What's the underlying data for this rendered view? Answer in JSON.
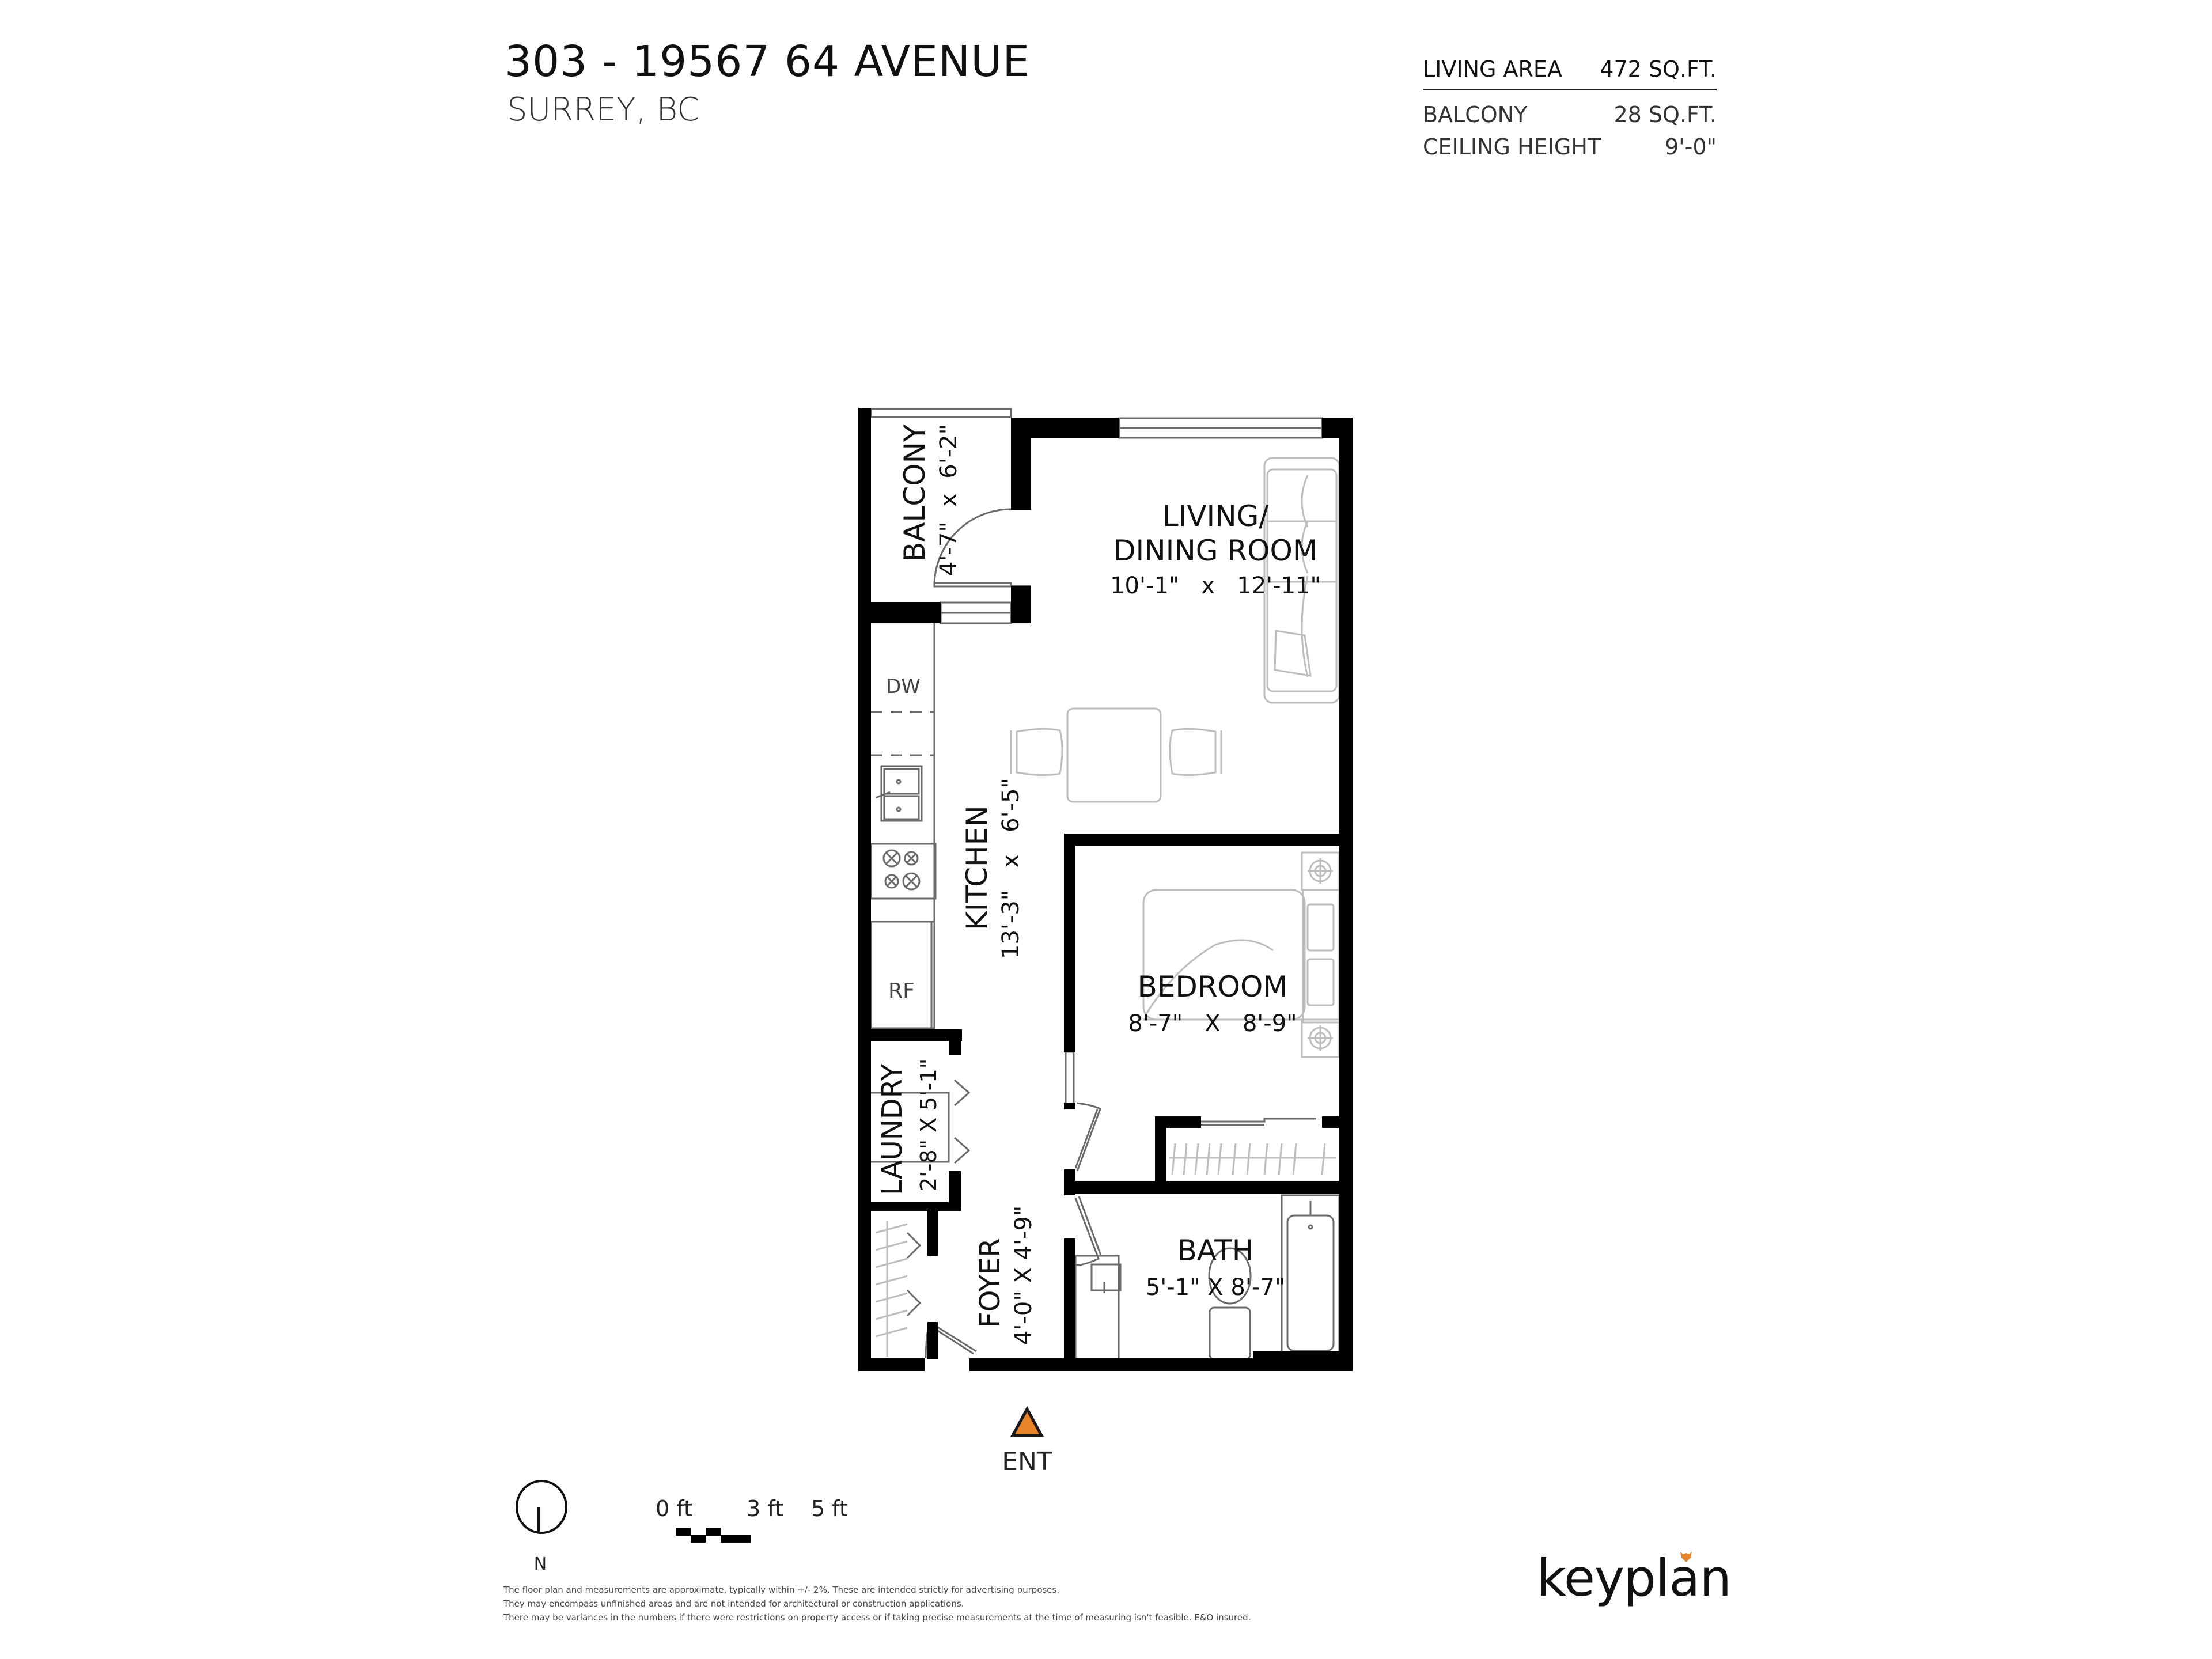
{
  "header": {
    "address": "303 - 19567 64 AVENUE",
    "city": "SURREY, BC"
  },
  "stats": {
    "living_area": {
      "label": "LIVING AREA",
      "value": "472 SQ.FT."
    },
    "balcony": {
      "label": "BALCONY",
      "value": "28 SQ.FT."
    },
    "ceiling_height": {
      "label": "CEILING HEIGHT",
      "value": "9'-0\""
    }
  },
  "rooms": {
    "balcony": {
      "name": "BALCONY",
      "dims": "4'-7\"  x  6'-2\""
    },
    "living": {
      "name_line1": "LIVING/",
      "name_line2": "DINING ROOM",
      "dims": "10'-1\"   x   12'-11\""
    },
    "kitchen": {
      "name": "KITCHEN",
      "dims": "13'-3\"   x   6'-5\""
    },
    "bedroom": {
      "name": "BEDROOM",
      "dims": "8'-7\"   X   8'-9\""
    },
    "laundry": {
      "name": "LAUNDRY",
      "dims": "2'-8\" X 5'-1\""
    },
    "foyer": {
      "name": "FOYER",
      "dims": "4'-0\" X 4'-9\""
    },
    "bath": {
      "name": "BATH",
      "dims": "5'-1\" X 8'-7\""
    }
  },
  "appliances": {
    "dishwasher": "DW",
    "fridge": "RF"
  },
  "entrance": {
    "label": "ENT",
    "color": "#E8842A"
  },
  "compass": {
    "label": "N"
  },
  "scale": {
    "ticks": [
      "0 ft",
      "3 ft",
      "5 ft"
    ]
  },
  "disclaimer": [
    "The floor plan and measurements are approximate, typically within +/- 2%. These are intended strictly for advertising purposes.",
    "They may encompass unfinished areas and are not intended for architectural or construction applications.",
    "There may be variances in the numbers if there were restrictions on property access or if taking precise measurements at the time of measuring isn't feasible. E&O insured."
  ],
  "brand": {
    "name": "keyplan",
    "accent": "#E8842A"
  },
  "colors": {
    "wall": "#000000",
    "fixture": "#555555",
    "furniture": "#bbbbbb"
  }
}
